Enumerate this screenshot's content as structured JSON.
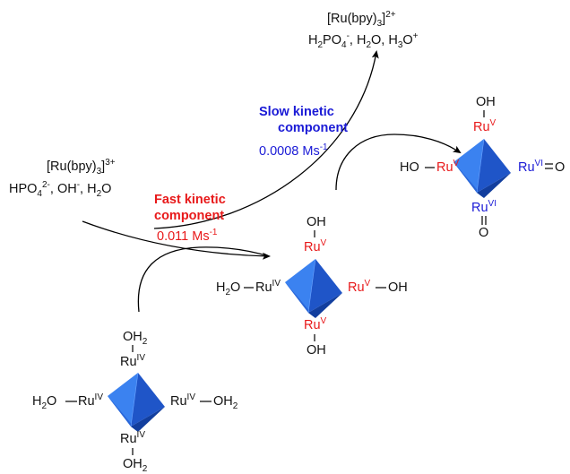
{
  "conditions_top_left": {
    "oxidant": "[Ru(bpy)3]3+",
    "reagents": "HPO42-, OH-, H2O"
  },
  "products_top": {
    "reduced": "[Ru(bpy)3]2+",
    "species": "H2PO4-, H2O, H3O+"
  },
  "fast_step": {
    "label_line1": "Fast kinetic",
    "label_line2": "component",
    "rate": "0.011 Ms-1",
    "color": "#e8191a"
  },
  "slow_step": {
    "label_line1": "Slow kinetic",
    "label_line2": "component",
    "rate": "0.0008 Ms-1",
    "color": "#1a1ad6"
  },
  "complex_start": {
    "top_ligand": "OH2",
    "top_metal": "Ru",
    "top_ox": "IV",
    "left_ligand": "H2O",
    "left_metal": "Ru",
    "left_ox": "IV",
    "right_metal": "Ru",
    "right_ox": "IV",
    "right_ligand": "OH2",
    "bottom_metal": "Ru",
    "bottom_ox": "IV",
    "bottom_ligand": "OH2"
  },
  "complex_mid": {
    "top_ligand": "OH",
    "top_metal": "Ru",
    "top_ox": "V",
    "left_ligand": "H2O",
    "left_metal": "Ru",
    "left_ox": "IV",
    "right_metal": "Ru",
    "right_ox": "V",
    "right_ligand": "OH",
    "bottom_metal": "Ru",
    "bottom_ox": "V",
    "bottom_ligand": "OH"
  },
  "complex_final": {
    "top_ligand": "OH",
    "top_metal": "Ru",
    "top_ox": "V",
    "left_ligand": "HO",
    "left_metal": "Ru",
    "left_ox": "V",
    "right_metal": "Ru",
    "right_ox": "VI",
    "right_ligand": "O",
    "bottom_metal": "Ru",
    "bottom_ox": "VI",
    "bottom_ligand": "O"
  },
  "colors": {
    "octahedron": "#2f6fe0",
    "ru_v": "#e8191a",
    "ru_vi": "#1a1ad6"
  }
}
